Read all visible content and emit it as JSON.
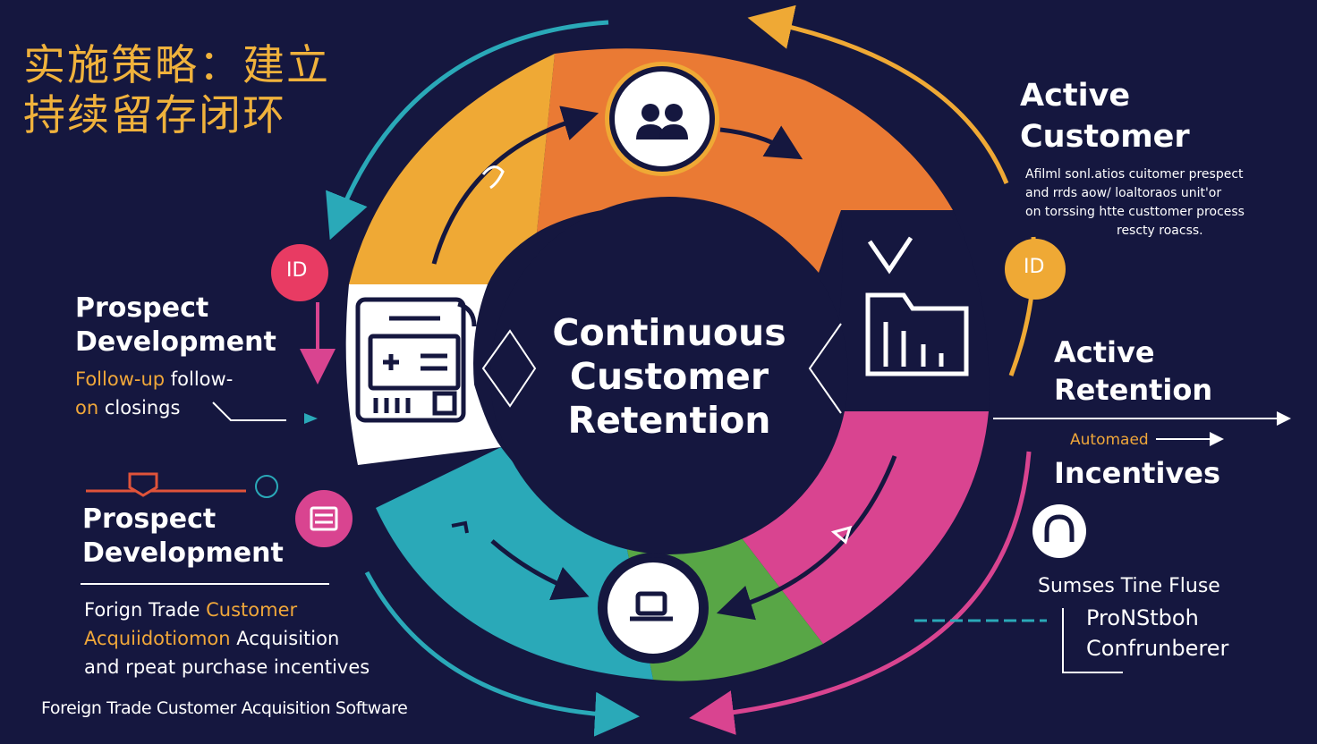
{
  "title": {
    "line1": "实施策略：建立",
    "line2": "持续留存闭环"
  },
  "center": {
    "line1": "Continuous",
    "line2": "Customer",
    "line3": "Retention"
  },
  "active_customer": {
    "line1": "Active",
    "line2": "Customer",
    "desc1": "Afilml sonl.atios cuitomer prespect",
    "desc2": "and rrds aow/ loaltoraos unit'or",
    "desc3": "on torssing htte custtomer process",
    "desc4": "rescty roacss.",
    "badge": "ID"
  },
  "active_retention": {
    "line1": "Active",
    "line2": "Retention",
    "automated": "Automaed",
    "incentives": "Incentives"
  },
  "bottom_right": {
    "line1": "Sumses Tine Fluse",
    "line2": "ProNStboh",
    "line3": "Confrunberer"
  },
  "prospect_top": {
    "line1": "Prospect",
    "line2": "Development",
    "follow1_orange": "Follow-up",
    "follow1_white": " follow-",
    "follow2_orange": "on",
    "follow2_white": " closings",
    "badge": "ID"
  },
  "prospect_bottom": {
    "line1": "Prospect",
    "line2": "Development",
    "text1_white": "Forign Trade ",
    "text1_orange": "Customer",
    "text2_orange": "Acquiidotiomon",
    "text2_white": " Acquisition",
    "text3": "and rpeat purchase incentives"
  },
  "footer": "Foreign Trade Customer Acquisition Software",
  "colors": {
    "background": "#15173f",
    "orange": "#ea7a34",
    "yellow": "#efa935",
    "pink": "#d94490",
    "green": "#58a646",
    "teal": "#2aa9b8",
    "accent_text": "#f0a73a"
  },
  "icons": [
    "users-icon",
    "calculator-icon",
    "folder-chart-icon",
    "laptop-icon",
    "check-icon",
    "document-icon",
    "headset-icon"
  ]
}
